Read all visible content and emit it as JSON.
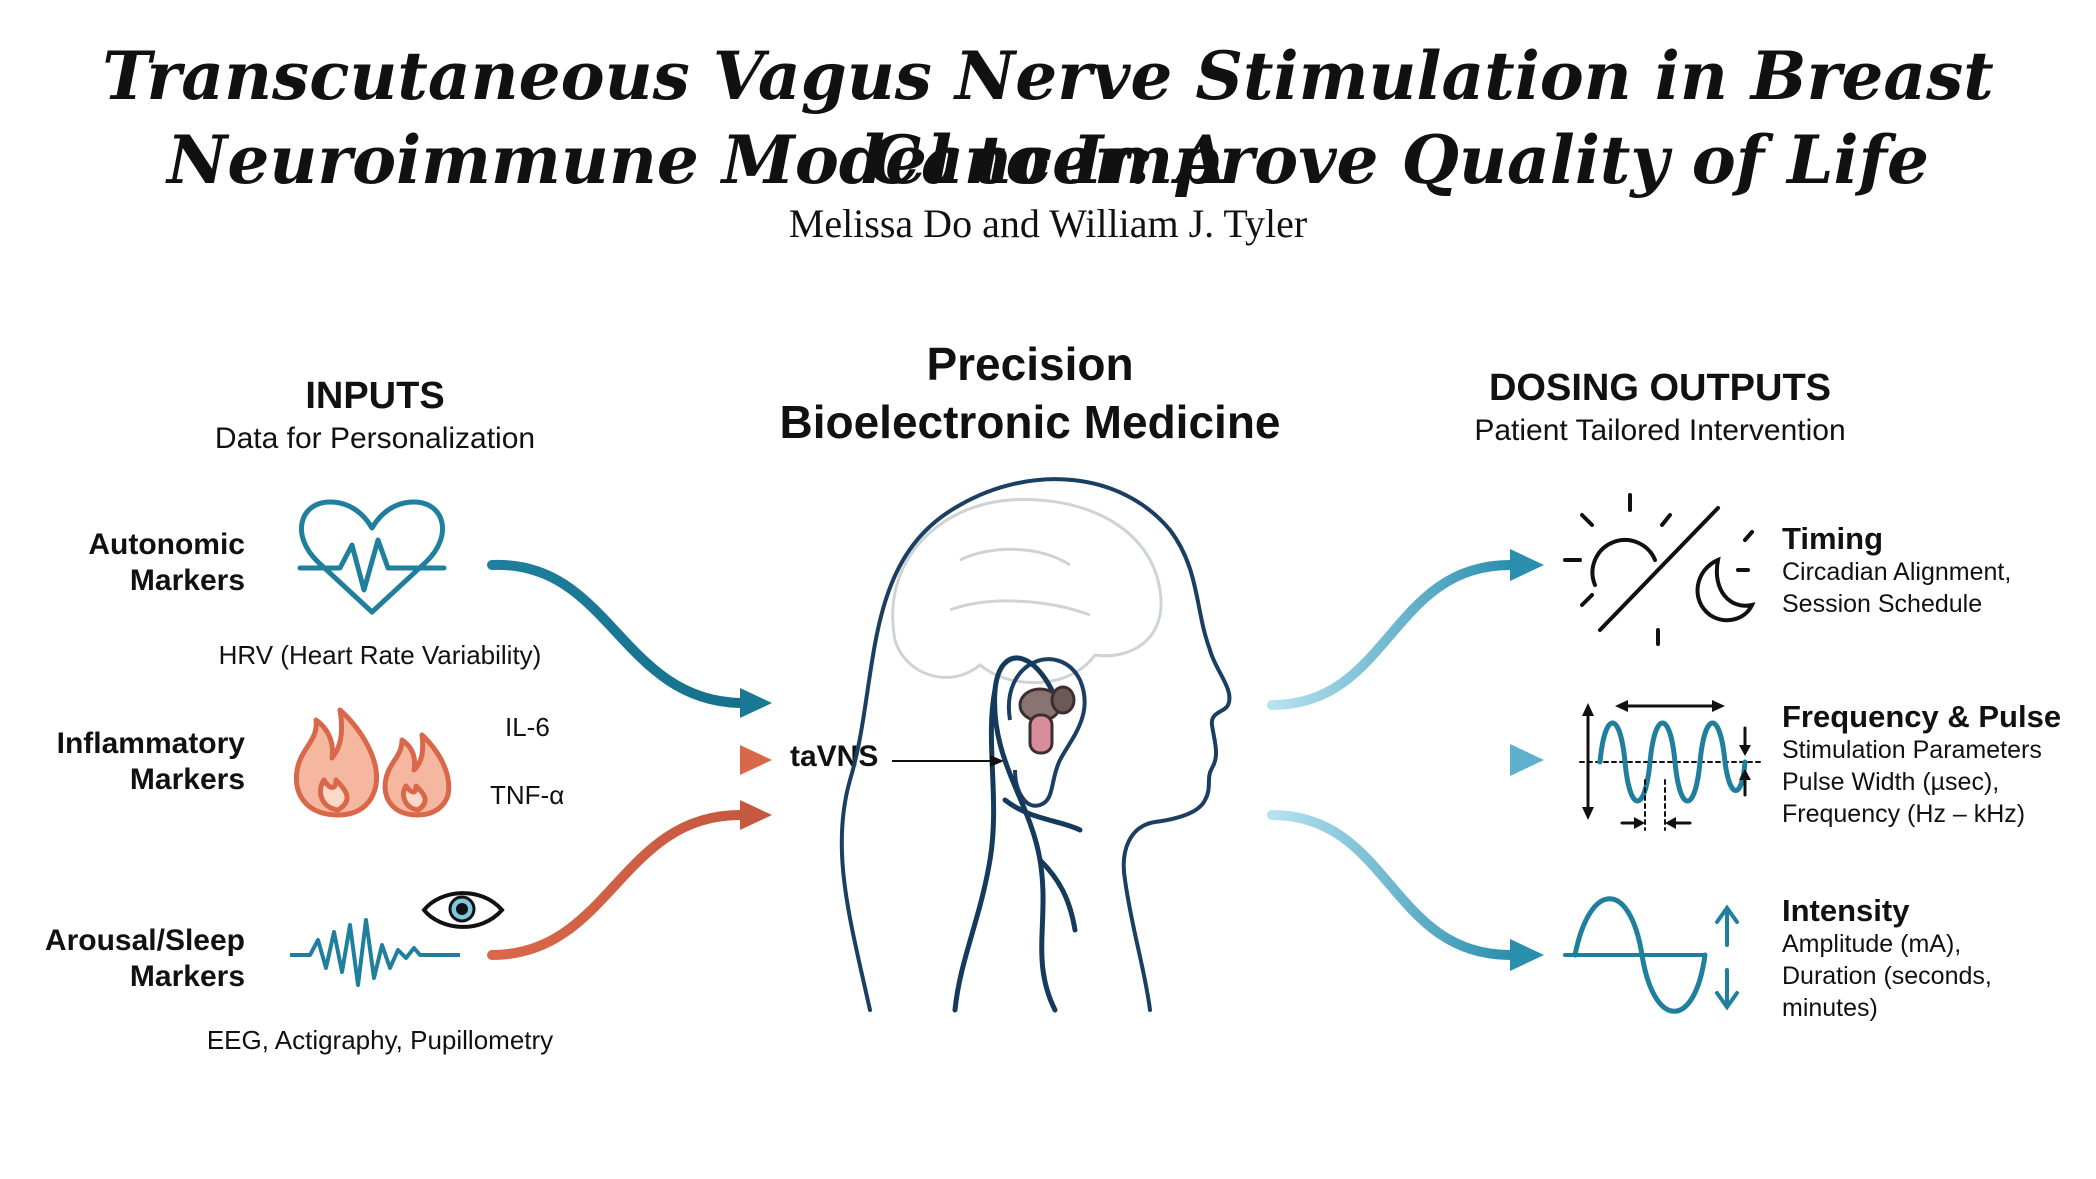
{
  "title": {
    "line1": "Transcutaneous Vagus Nerve Stimulation in Breast Cancer: A",
    "line2": "Neuroimmune Model to Improve Quality of Life"
  },
  "authors": "Melissa Do and William J. Tyler",
  "inputs": {
    "heading": "INPUTS",
    "subheading": "Data for Personalization",
    "autonomic": {
      "line1": "Autonomic",
      "line2": "Markers",
      "caption": "HRV (Heart Rate Variability)",
      "icon": "heart-pulse-icon"
    },
    "inflammatory": {
      "line1": "Inflammatory",
      "line2": "Markers",
      "label_top": "IL-6",
      "label_bottom": "TNF-α",
      "icon": "flame-icon"
    },
    "arousal": {
      "line1": "Arousal/Sleep",
      "line2": "Markers",
      "caption": "EEG, Actigraphy, Pupillometry",
      "icon": "eeg-wave-eye-icon"
    }
  },
  "center": {
    "heading_line1": "Precision",
    "heading_line2": "Bioelectronic Medicine",
    "device_label": "taVNS"
  },
  "outputs": {
    "heading": "DOSING OUTPUTS",
    "subheading": "Patient Tailored Intervention",
    "timing": {
      "label": "Timing",
      "desc1": "Circadian Alignment,",
      "desc2": "Session Schedule",
      "icon": "sun-moon-icon"
    },
    "frequency": {
      "label": "Frequency & Pulse",
      "desc1": "Stimulation Parameters",
      "desc2": "Pulse Width (µsec),",
      "desc3": "Frequency (Hz – kHz)",
      "icon": "pulse-wave-icon"
    },
    "intensity": {
      "label": "Intensity",
      "desc1": "Amplitude (mA),",
      "desc2": "Duration (seconds,",
      "desc3": "minutes)",
      "icon": "sine-wave-icon"
    }
  },
  "colors": {
    "teal": "#1f7f9c",
    "light_blue": "#7ec7e0",
    "orange": "#d9684a",
    "light_orange": "#f2b39e",
    "dark_navy": "#143a5c"
  }
}
